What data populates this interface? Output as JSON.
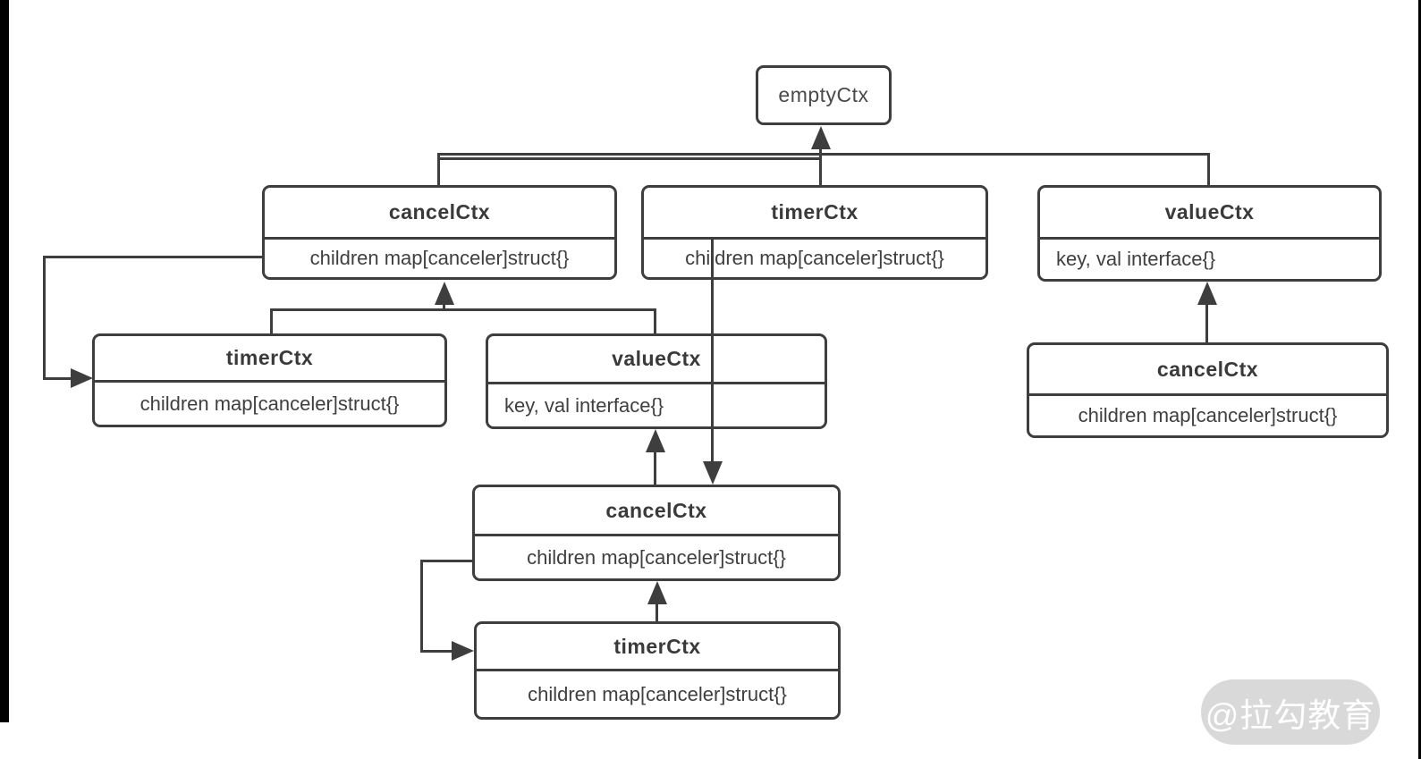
{
  "nodes": [
    {
      "id": "empty-ctx",
      "title": "emptyCtx"
    },
    {
      "id": "cancel-ctx-l2",
      "title": "cancelCtx",
      "body": "children map[canceler]struct{}"
    },
    {
      "id": "timer-ctx-l2",
      "title": "timerCtx",
      "body": "children map[canceler]struct{}"
    },
    {
      "id": "value-ctx-l2",
      "title": "valueCtx",
      "body": "key, val interface{}"
    },
    {
      "id": "timer-ctx-l3",
      "title": "timerCtx",
      "body": "children map[canceler]struct{}"
    },
    {
      "id": "value-ctx-l3",
      "title": "valueCtx",
      "body": "key, val interface{}"
    },
    {
      "id": "cancel-ctx-l3",
      "title": "cancelCtx",
      "body": "children map[canceler]struct{}"
    },
    {
      "id": "cancel-ctx-l4",
      "title": "cancelCtx",
      "body": "children map[canceler]struct{}"
    },
    {
      "id": "timer-ctx-l5",
      "title": "timerCtx",
      "body": "children map[canceler]struct{}"
    }
  ],
  "watermark": {
    "label": "@拉勾教育"
  },
  "colors": {
    "line": "#3e3e3e",
    "text": "#3f3f3f",
    "background": "#ffffff",
    "watermark_bg": "#d9d9d9",
    "watermark_text": "#ffffff",
    "edge_bar": "#000000"
  }
}
